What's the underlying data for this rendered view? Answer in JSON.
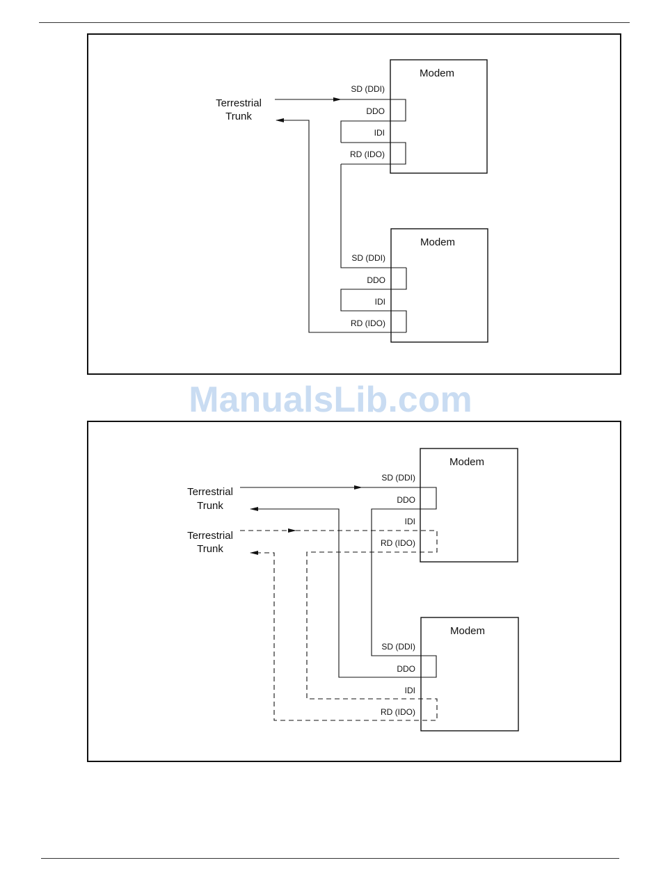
{
  "watermark": "ManualsLib.com",
  "figure1": {
    "terminal": [
      "Terrestrial",
      "Trunk"
    ],
    "modem_top": {
      "title": "Modem",
      "pins": [
        "SD (DDI)",
        "DDO",
        "IDI",
        "RD (IDO)"
      ]
    },
    "modem_bottom": {
      "title": "Modem",
      "pins": [
        "SD (DDI)",
        "DDO",
        "IDI",
        "RD (IDO)"
      ]
    }
  },
  "figure2": {
    "terminal_primary": [
      "Terrestrial",
      "Trunk"
    ],
    "terminal_secondary": [
      "Terrestrial",
      "Trunk"
    ],
    "modem_top": {
      "title": "Modem",
      "pins": [
        "SD (DDI)",
        "DDO",
        "IDI",
        "RD (IDO)"
      ]
    },
    "modem_bottom": {
      "title": "Modem",
      "pins": [
        "SD (DDI)",
        "DDO",
        "IDI",
        "RD (IDO)"
      ]
    }
  }
}
